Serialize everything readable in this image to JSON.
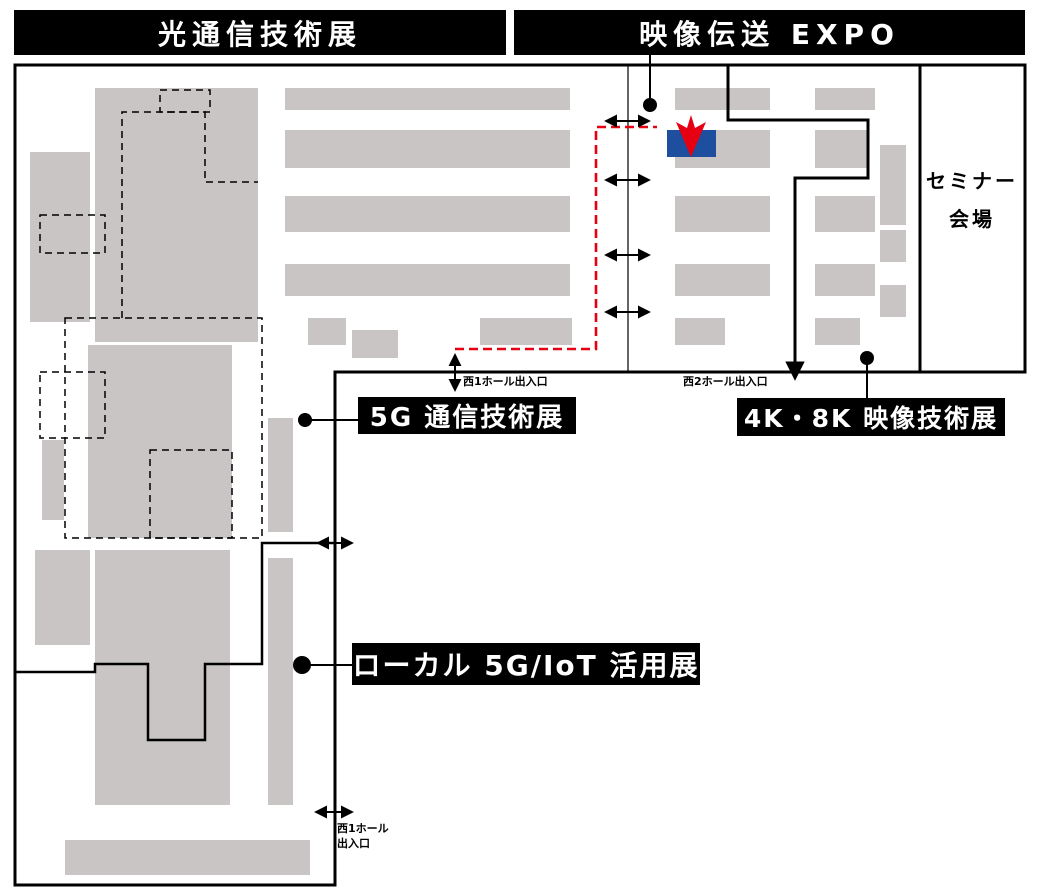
{
  "headers": {
    "optical_expo": "光通信技術展",
    "video_expo": "映像伝送 EXPO"
  },
  "zone_labels": {
    "expo_5g": "5G 通信技術展",
    "expo_4k8k": "4K・8K 映像技術展",
    "expo_local_5g_iot": "ローカル 5G/IoT 活用展"
  },
  "seminar": {
    "line1": "セミナー",
    "line2": "会場"
  },
  "exits": {
    "west1_top": "西1ホール出入口",
    "west2_top": "西2ホール出入口",
    "west1_bottom_line1": "西1ホール",
    "west1_bottom_line2": "出入口"
  },
  "colors": {
    "black": "#000000",
    "booth_gray": "#c9c5c4",
    "highlight_blue": "#1d4f9e",
    "route_red": "#e60012"
  }
}
